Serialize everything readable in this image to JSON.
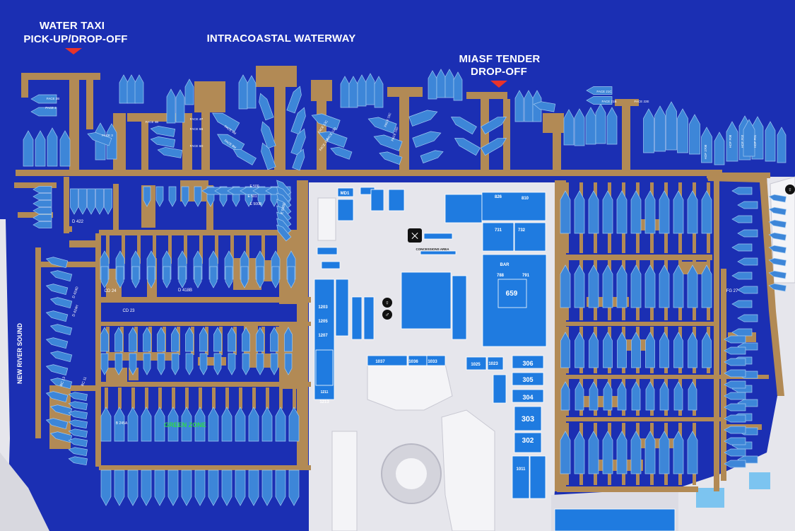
{
  "labels": {
    "water_taxi_line1": "WATER TAXI",
    "water_taxi_line2": "PICK-UP/DROP-OFF",
    "waterway": "INTRACOASTAL WATERWAY",
    "tender_line1": "MIASF TENDER",
    "tender_line2": "DROP-OFF",
    "new_river_sound": "NEW RIVER SOUND",
    "green_zone": "GREEN ZONE",
    "concessions": "CONCESSIONS AREA",
    "md1": "MD1",
    "bar": "BAR"
  },
  "face_labels": [
    "FACE 2B",
    "FACE 2",
    "FACE 3",
    "FACE 4B",
    "FACE 4P",
    "FACE 6B",
    "FACE 6D",
    "FACE 6M",
    "FACE 8M",
    "FACE 13C",
    "FACE 13D",
    "FACE 13A",
    "FACE 15C",
    "FACE 15D",
    "FACE 21C",
    "FACE 21B",
    "FACE 22E",
    "HOF F08",
    "HOF F03",
    "HOF F01",
    "HOF 2708"
  ],
  "dock_labels": [
    "D 422",
    "CD 24",
    "CD 23",
    "D 418B",
    "E 500",
    "E 500B",
    "E 500D",
    "B 245A",
    "FG 27",
    "D 424D",
    "D 424H",
    "BC 13",
    "BC 11",
    "E 501"
  ],
  "booths": [
    "1203",
    "1205",
    "1207",
    "1211",
    "1213",
    "1037",
    "1036",
    "1033",
    "1025",
    "1023",
    "1011",
    "306",
    "305",
    "304",
    "303",
    "302",
    "659",
    "731",
    "732",
    "788",
    "791",
    "826",
    "810"
  ],
  "colors": {
    "water": "#1b2fb3",
    "dock": "#b28a55",
    "boat": "#3d86d8",
    "boat_edge": "#9fc8f0",
    "land": "#e6e6ec",
    "booth": "#1f7be0",
    "tender_arrow": "#e8332a",
    "green_zone": "#2fd84a"
  },
  "icons": [
    "arrow-down-icon",
    "restroom-icon",
    "restaurant-icon"
  ]
}
